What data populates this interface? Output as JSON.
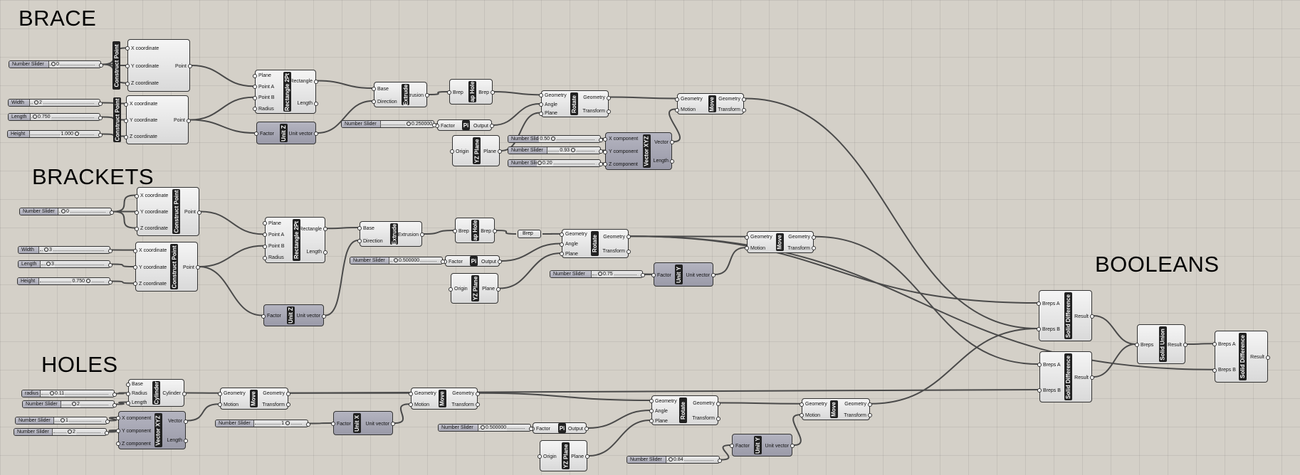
{
  "titles": {
    "brace": "BRACE",
    "brackets": "BRACKETS",
    "holes": "HOLES",
    "booleans": "BOOLEANS"
  },
  "components": {
    "cp1": {
      "name": "Construct Point",
      "inputs": [
        "X coordinate",
        "Y coordinate",
        "Z coordinate"
      ],
      "outputs": [
        "Point"
      ]
    },
    "cp2": {
      "name": "Construct Point",
      "inputs": [
        "X coordinate",
        "Y coordinate",
        "Z coordinate"
      ],
      "outputs": [
        "Point"
      ]
    },
    "rect1": {
      "name": "Rectangle 2Pt",
      "inputs": [
        "Plane",
        "Point A",
        "Point B",
        "Radius"
      ],
      "outputs": [
        "Rectangle",
        "Length"
      ]
    },
    "uz1": {
      "name": "Unit Z",
      "inputs": [
        "Factor"
      ],
      "outputs": [
        "Unit vector"
      ]
    },
    "ext1": {
      "name": "Extrude",
      "inputs": [
        "Base",
        "Direction"
      ],
      "outputs": [
        "Extrusion"
      ]
    },
    "cap1": {
      "name": "Cap Holes",
      "inputs": [
        "Brep"
      ],
      "outputs": [
        "Brep"
      ]
    },
    "pi1": {
      "name": "Pi",
      "inputs": [
        "Factor"
      ],
      "outputs": [
        "Output"
      ]
    },
    "yz1": {
      "name": "YZ Plane",
      "inputs": [
        "Origin"
      ],
      "outputs": [
        "Plane"
      ]
    },
    "rot1": {
      "name": "Rotate",
      "inputs": [
        "Geometry",
        "Angle",
        "Plane"
      ],
      "outputs": [
        "Geometry",
        "Transform"
      ]
    },
    "vxyz1": {
      "name": "Vector XYZ",
      "inputs": [
        "X component",
        "Y component",
        "Z component"
      ],
      "outputs": [
        "Vector",
        "Length"
      ]
    },
    "move1": {
      "name": "Move",
      "inputs": [
        "Geometry",
        "Motion"
      ],
      "outputs": [
        "Geometry",
        "Transform"
      ]
    },
    "cp3": {
      "name": "Construct Point",
      "inputs": [
        "X coordinate",
        "Y coordinate",
        "Z coordinate"
      ],
      "outputs": [
        "Point"
      ]
    },
    "cp4": {
      "name": "Construct Point",
      "inputs": [
        "X coordinate",
        "Y coordinate",
        "Z coordinate"
      ],
      "outputs": [
        "Point"
      ]
    },
    "rect2": {
      "name": "Rectangle 2Pt",
      "inputs": [
        "Plane",
        "Point A",
        "Point B",
        "Radius"
      ],
      "outputs": [
        "Rectangle",
        "Length"
      ]
    },
    "uz2": {
      "name": "Unit Z",
      "inputs": [
        "Factor"
      ],
      "outputs": [
        "Unit vector"
      ]
    },
    "ext2": {
      "name": "Extrude",
      "inputs": [
        "Base",
        "Direction"
      ],
      "outputs": [
        "Extrusion"
      ]
    },
    "cap2": {
      "name": "Cap Holes",
      "inputs": [
        "Brep"
      ],
      "outputs": [
        "Brep"
      ]
    },
    "pi2": {
      "name": "Pi",
      "inputs": [
        "Factor"
      ],
      "outputs": [
        "Output"
      ]
    },
    "yz2": {
      "name": "YZ Plane",
      "inputs": [
        "Origin"
      ],
      "outputs": [
        "Plane"
      ]
    },
    "rot2": {
      "name": "Rotate",
      "inputs": [
        "Geometry",
        "Angle",
        "Plane"
      ],
      "outputs": [
        "Geometry",
        "Transform"
      ]
    },
    "uy1": {
      "name": "Unit Y",
      "inputs": [
        "Factor"
      ],
      "outputs": [
        "Unit vector"
      ]
    },
    "move2": {
      "name": "Move",
      "inputs": [
        "Geometry",
        "Motion"
      ],
      "outputs": [
        "Geometry",
        "Transform"
      ]
    },
    "cyl": {
      "name": "Cylinder",
      "inputs": [
        "Base",
        "Radius",
        "Length"
      ],
      "outputs": [
        "Cylinder"
      ]
    },
    "vxyz2": {
      "name": "Vector XYZ",
      "inputs": [
        "X component",
        "Y component",
        "Z component"
      ],
      "outputs": [
        "Vector",
        "Length"
      ]
    },
    "move3": {
      "name": "Move",
      "inputs": [
        "Geometry",
        "Motion"
      ],
      "outputs": [
        "Geometry",
        "Transform"
      ]
    },
    "ux": {
      "name": "Unit X",
      "inputs": [
        "Factor"
      ],
      "outputs": [
        "Unit vector"
      ]
    },
    "move4": {
      "name": "Move",
      "inputs": [
        "Geometry",
        "Motion"
      ],
      "outputs": [
        "Geometry",
        "Transform"
      ]
    },
    "rot3": {
      "name": "Rotate",
      "inputs": [
        "Geometry",
        "Angle",
        "Plane"
      ],
      "outputs": [
        "Geometry",
        "Transform"
      ]
    },
    "pi3": {
      "name": "Pi",
      "inputs": [
        "Factor"
      ],
      "outputs": [
        "Output"
      ]
    },
    "yz3": {
      "name": "YZ Plane",
      "inputs": [
        "Origin"
      ],
      "outputs": [
        "Plane"
      ]
    },
    "uy2": {
      "name": "Unit Y",
      "inputs": [
        "Factor"
      ],
      "outputs": [
        "Unit vector"
      ]
    },
    "move5": {
      "name": "Move",
      "inputs": [
        "Geometry",
        "Motion"
      ],
      "outputs": [
        "Geometry",
        "Transform"
      ]
    },
    "sd1": {
      "name": "Solid Difference",
      "inputs": [
        "Breps A",
        "Breps B"
      ],
      "outputs": [
        "Result"
      ]
    },
    "sd2": {
      "name": "Solid Difference",
      "inputs": [
        "Breps A",
        "Breps B"
      ],
      "outputs": [
        "Result"
      ]
    },
    "su": {
      "name": "Solid Union",
      "inputs": [
        "Breps"
      ],
      "outputs": [
        "Result"
      ]
    },
    "sd3": {
      "name": "Solid Difference",
      "inputs": [
        "Breps A",
        "Breps B"
      ],
      "outputs": [
        "Result"
      ]
    }
  },
  "sliders": {
    "s1": {
      "label": "Number Slider",
      "value": "0"
    },
    "s2": {
      "label": "Width",
      "value": "2"
    },
    "s3": {
      "label": "Length",
      "value": "0.750"
    },
    "s4": {
      "label": "Height",
      "value": "1.000"
    },
    "s5": {
      "label": "Number Slider",
      "value": "0.250000"
    },
    "s6": {
      "label": "Number Slider",
      "value": "0.50"
    },
    "s7": {
      "label": "Number Slider",
      "value": "0.93"
    },
    "s8": {
      "label": "Number Slider",
      "value": "0.20"
    },
    "s9": {
      "label": "Number Slider",
      "value": "0"
    },
    "s10": {
      "label": "Width",
      "value": "3"
    },
    "s11": {
      "label": "Length",
      "value": "3"
    },
    "s12": {
      "label": "Height",
      "value": "0.750"
    },
    "s13": {
      "label": "Number Slider",
      "value": "0.500000"
    },
    "s14": {
      "label": "Number Slider",
      "value": "0.75"
    },
    "s15": {
      "label": "radius",
      "value": "0.11"
    },
    "s16": {
      "label": "Number Slider",
      "value": "2"
    },
    "s17": {
      "label": "Number Slider",
      "value": "1"
    },
    "s18": {
      "label": "Number Slider",
      "value": "2"
    },
    "s19": {
      "label": "Number Slider",
      "value": "1"
    },
    "s20": {
      "label": "Number Slider",
      "value": "0.500000"
    },
    "s21": {
      "label": "Number Slider",
      "value": "0.84"
    }
  },
  "params": {
    "brep": {
      "label": "Brep"
    }
  }
}
